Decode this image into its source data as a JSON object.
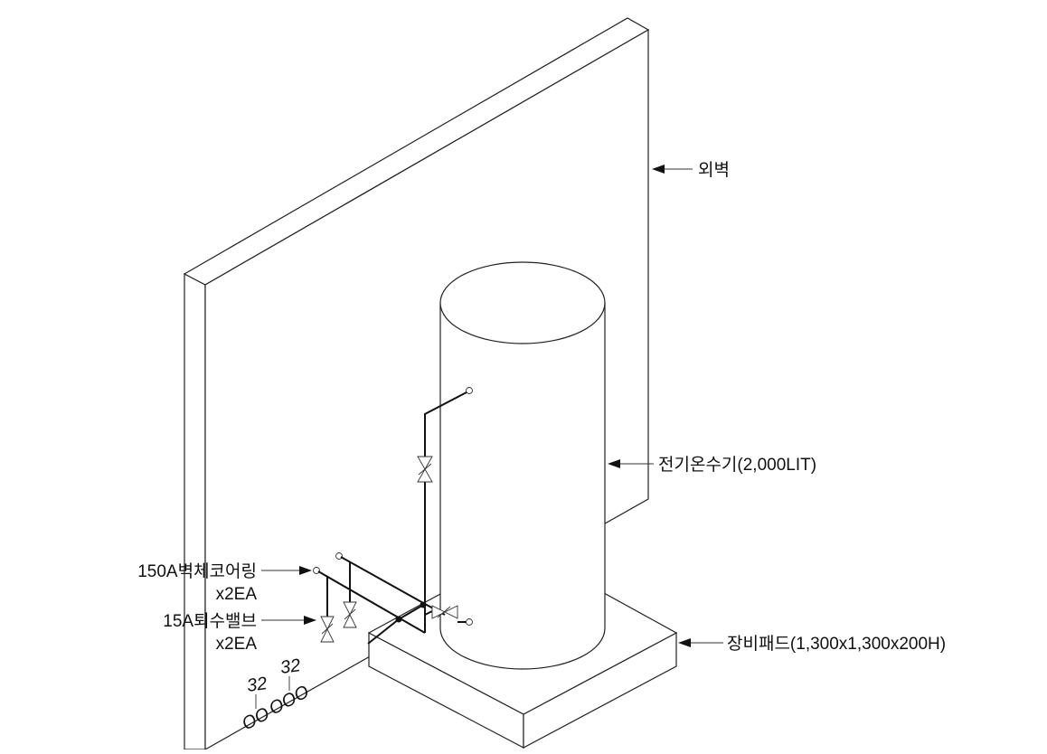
{
  "labels": {
    "outer_wall": "외벽",
    "water_heater": "전기온수기(2,000LIT)",
    "wall_sleeve": "150A벽체코어링",
    "wall_sleeve_qty": "x2EA",
    "drain_valve": "15A퇴수밸브",
    "drain_valve_qty": "x2EA",
    "equipment_pad": "장비패드(1,300x1,300x200H)"
  },
  "pipe_sizes": [
    "32",
    "32"
  ],
  "pipe_marks": [
    "OO",
    "OOO"
  ],
  "colors": {
    "line": "#222222",
    "background": "#ffffff"
  }
}
